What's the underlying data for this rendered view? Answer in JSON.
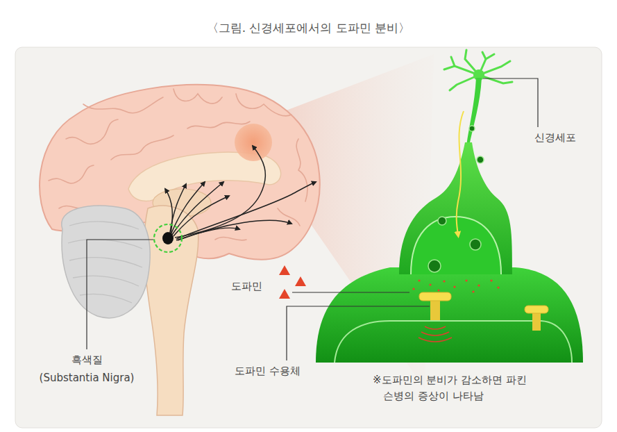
{
  "diagram": {
    "title": "〈그림. 신경세포에서의 도파민 분비〉",
    "labels": [
      "신경세포",
      "도파민",
      "도파민 수용체",
      "흑색질",
      "(Substantia Nigra)",
      "※도파민의 분비가 감소하면 파킨슨병의 증상이 나타남"
    ]
  }
}
